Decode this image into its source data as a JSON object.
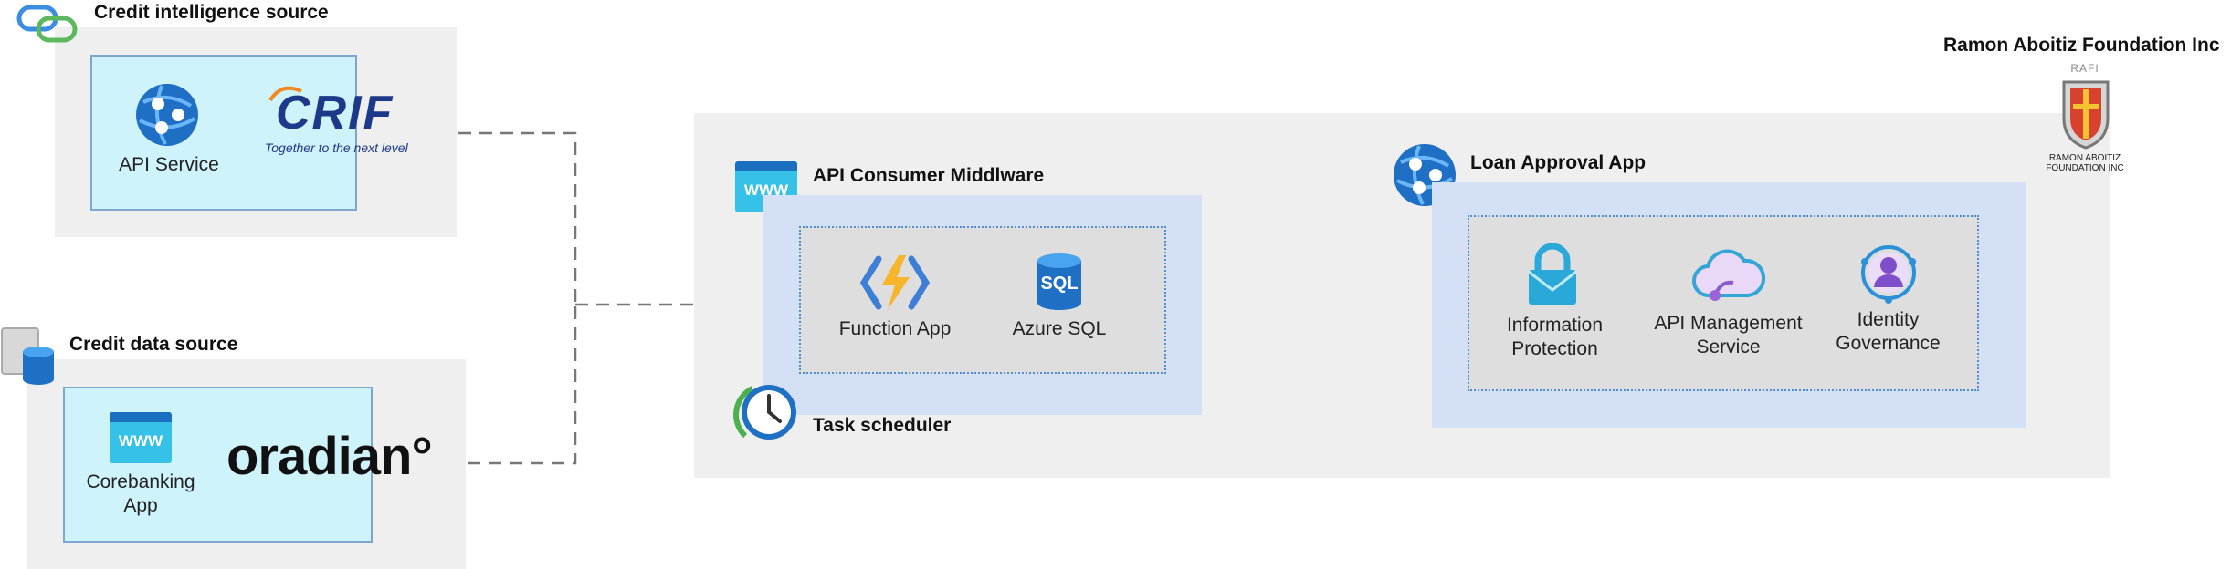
{
  "credit_intelligence": {
    "title": "Credit intelligence source",
    "api_service_label": "API Service",
    "crif_logo_text": "CRIF",
    "crif_tagline": "Together to the next level"
  },
  "credit_data": {
    "title": "Credit data source",
    "corebanking_label_1": "Corebanking",
    "corebanking_label_2": "App",
    "www_text": "WWW",
    "oradian_logo_text": "oradian°"
  },
  "middleware": {
    "title": "API Consumer Middlware",
    "www_text": "WWW",
    "function_app_label": "Function App",
    "azure_sql_label": "Azure SQL",
    "sql_icon_text": "SQL",
    "task_scheduler_label": "Task scheduler"
  },
  "loan_app": {
    "title": "Loan Approval App",
    "info_protection_1": "Information",
    "info_protection_2": "Protection",
    "api_mgmt_1": "API Management",
    "api_mgmt_2": "Service",
    "identity_1": "Identity",
    "identity_2": "Governance"
  },
  "rafi": {
    "title": "Ramon Aboitiz Foundation Inc",
    "logo_top": "RAFI",
    "logo_bottom_1": "RAMON ABOITIZ",
    "logo_bottom_2": "FOUNDATION INC"
  },
  "colors": {
    "gray_container": "#efefef",
    "cyan_box": "#cff3fb",
    "blue_box": "#d4e0f6",
    "dotted_border": "#4a8fdc",
    "connector": "#777777"
  }
}
